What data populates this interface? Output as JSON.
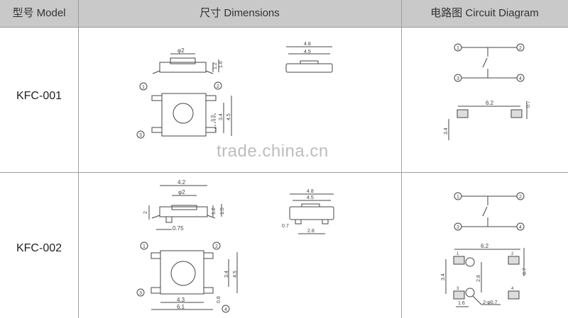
{
  "header": {
    "model": "型号 Model",
    "dimensions": "尺寸 Dimensions",
    "circuit": "电路图 Circuit Diagram"
  },
  "rows": [
    {
      "model": "KFC-001",
      "dims": {
        "phi": "φ2",
        "h1": "1.2",
        "h2": "1.6",
        "w1": "4.8",
        "w2": "4.5",
        "d1": "3.5",
        "d2": "3.4",
        "d3": "4.5"
      },
      "pins": [
        "1",
        "2",
        "3"
      ],
      "circuit": {
        "pins": [
          "1",
          "2",
          "3",
          "4"
        ],
        "w": "6.2",
        "p": "0.7",
        "h": "3.4"
      }
    },
    {
      "model": "KFC-002",
      "dims": {
        "w": "4.2",
        "phi": "φ2",
        "hl": "2",
        "h1": "1.2",
        "h2": "1.5",
        "foot": "0.75",
        "w1": "4.8",
        "w2": "4.5",
        "p": "0.7",
        "s": "2.8",
        "d1": "3.4",
        "d2": "4.5",
        "d3": "0.8",
        "b1": "4.3",
        "b2": "6.1"
      },
      "pins": [
        "1",
        "2",
        "3",
        "4"
      ],
      "circuit": {
        "pins": [
          "1",
          "2",
          "3",
          "4"
        ],
        "w": "6.2",
        "h": "3.4",
        "s": "2.8",
        "p": "0.7",
        "pad": "1.6",
        "hole": "2-φ0.7",
        "pad_labels": [
          "1",
          "2",
          "3",
          "4"
        ]
      }
    }
  ],
  "watermark": "trade.china.cn"
}
